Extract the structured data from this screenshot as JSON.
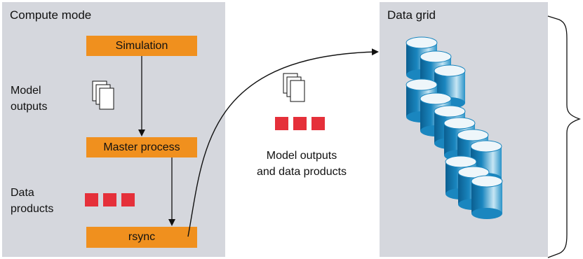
{
  "compute_mode": {
    "title": "Compute mode",
    "boxes": {
      "simulation": "Simulation",
      "master_process": "Master process",
      "rsync": "rsync"
    },
    "labels": {
      "model_outputs": [
        "Model",
        "outputs"
      ],
      "data_products": [
        "Data",
        "products"
      ]
    }
  },
  "transfer": {
    "caption": [
      "Model outputs",
      "and data products"
    ]
  },
  "data_grid": {
    "title": "Data grid"
  },
  "colors": {
    "process_box": "#f0901e",
    "data_square": "#e5303a",
    "panel_bg": "#d5d7dd",
    "disk_blue": "#1a86bf"
  }
}
